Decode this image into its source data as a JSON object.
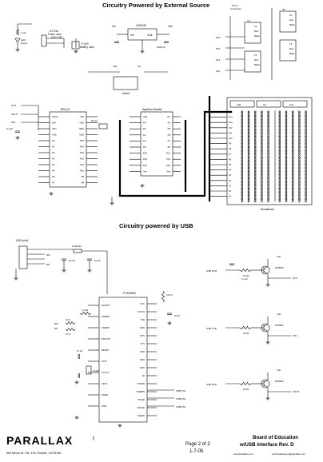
{
  "titles": {
    "external": "Circuitry Powered by External Source",
    "usb": "Circuitry powered by USB"
  },
  "ext": {
    "power_jack": [
      "6-9 Vdc",
      "Power Jack",
      "6-9V VDC"
    ],
    "battery": [
      "9 VDC",
      "Battery Jack"
    ],
    "regulator": "LM2940",
    "reg_pins": [
      "Vin",
      "Vout"
    ],
    "reg_cap": "1000 µF",
    "vdd": "Vdd",
    "vin": "Vin",
    "vss": "Vss",
    "power_led": [
      "LED",
      "Green"
    ],
    "switch_label": "Switch",
    "servo_label": [
      "Servo",
      "Connector"
    ],
    "header_x4": "X4",
    "header_x5": "X5",
    "header_pins": [
      "12",
      "Red",
      "Black"
    ],
    "header_pins_b": [
      "13",
      "Red",
      "Black"
    ],
    "resistor_1k": "1 kΩ",
    "p_pins": [
      "P15",
      "P14",
      "P13",
      "P12"
    ],
    "bs2_title": "BS2-IC",
    "bs2_left_pins": [
      "SOUT",
      "SIN",
      "ATN",
      "VSS",
      "P0",
      "P1",
      "P2",
      "P3",
      "P4",
      "P5",
      "P6",
      "P7"
    ],
    "bs2_right_pins": [
      "VIN",
      "VSS",
      "RES",
      "VDD",
      "P15",
      "P14",
      "P13",
      "P12",
      "P11",
      "P10",
      "P9",
      "P8"
    ],
    "app_title": "AppMod Header",
    "app_pins_left": [
      "Vdd",
      "P0",
      "P2",
      "P4",
      "P6",
      "P8",
      "P10",
      "P12",
      "P14",
      "Vss"
    ],
    "app_pins_right": [
      "Vin",
      "P1",
      "P3",
      "P5",
      "P7",
      "P9",
      "P11",
      "P13",
      "P15",
      "Vss"
    ],
    "reset": "Reset",
    "cap_01": "0.1 µF",
    "atn": "ATN",
    "sout": "SOUT",
    "sin": "SIN",
    "breadboard_label": "Breadboard",
    "bb_headers": [
      "Vdd",
      "Vin",
      "Vss"
    ],
    "bb_pins": [
      "P15",
      "P14",
      "P13",
      "P12",
      "P11",
      "P10",
      "P9",
      "P8",
      "P7",
      "P6",
      "P5",
      "P4",
      "P3",
      "P2",
      "P1",
      "P0",
      "X2"
    ]
  },
  "usb": {
    "usb_mini": "USB (mini)",
    "ferrite": "Fe Bead",
    "cap_10n": "10 nF",
    "cap_10u": "10 µF",
    "dm": "DM",
    "dp": "DP",
    "ft232": "FT232BM",
    "ft_left_pins": [
      "3V3OUT",
      "USBDM",
      "USBDP",
      "RSTOUT",
      "RESET",
      "XTIN",
      "XTOUT",
      "TEST",
      "AGND",
      "GND"
    ],
    "ft_right_pins": [
      "VCC",
      "VCCIO",
      "TXD",
      "RXD",
      "RTS",
      "CTS",
      "DTR",
      "DSR",
      "DCD",
      "RI",
      "TXDEN",
      "PWREN",
      "TXLED",
      "RXLED",
      "SLEEP"
    ],
    "crystal": "6 MHz",
    "cap_27p": "27 pF",
    "res_27": "27 Ω",
    "res_15k": "1.5 kΩ",
    "res_470": "470 Ω",
    "cap_33n": "33 nF",
    "usb_dtr": "USB DTR",
    "usb_txd": "USB TXD",
    "usb_rxd": "USB RXD",
    "transistor": "2N3906",
    "res_10k": "10 kΩ",
    "atn": "ATN",
    "sin": "SIN",
    "sout": "SOUT"
  },
  "footer": {
    "logo": "PARALLAX",
    "inc": "INC",
    "address": "599 Menlo Dr. Ste. 100, Rocklin, CA 95765",
    "page": "Page 2 of 2",
    "date": "1-7-05",
    "title1": "Board of Education",
    "title2": "w/USB interface Rev. D",
    "web": "www.Parallax.com",
    "email": "technicalsupport@parallax.com"
  }
}
